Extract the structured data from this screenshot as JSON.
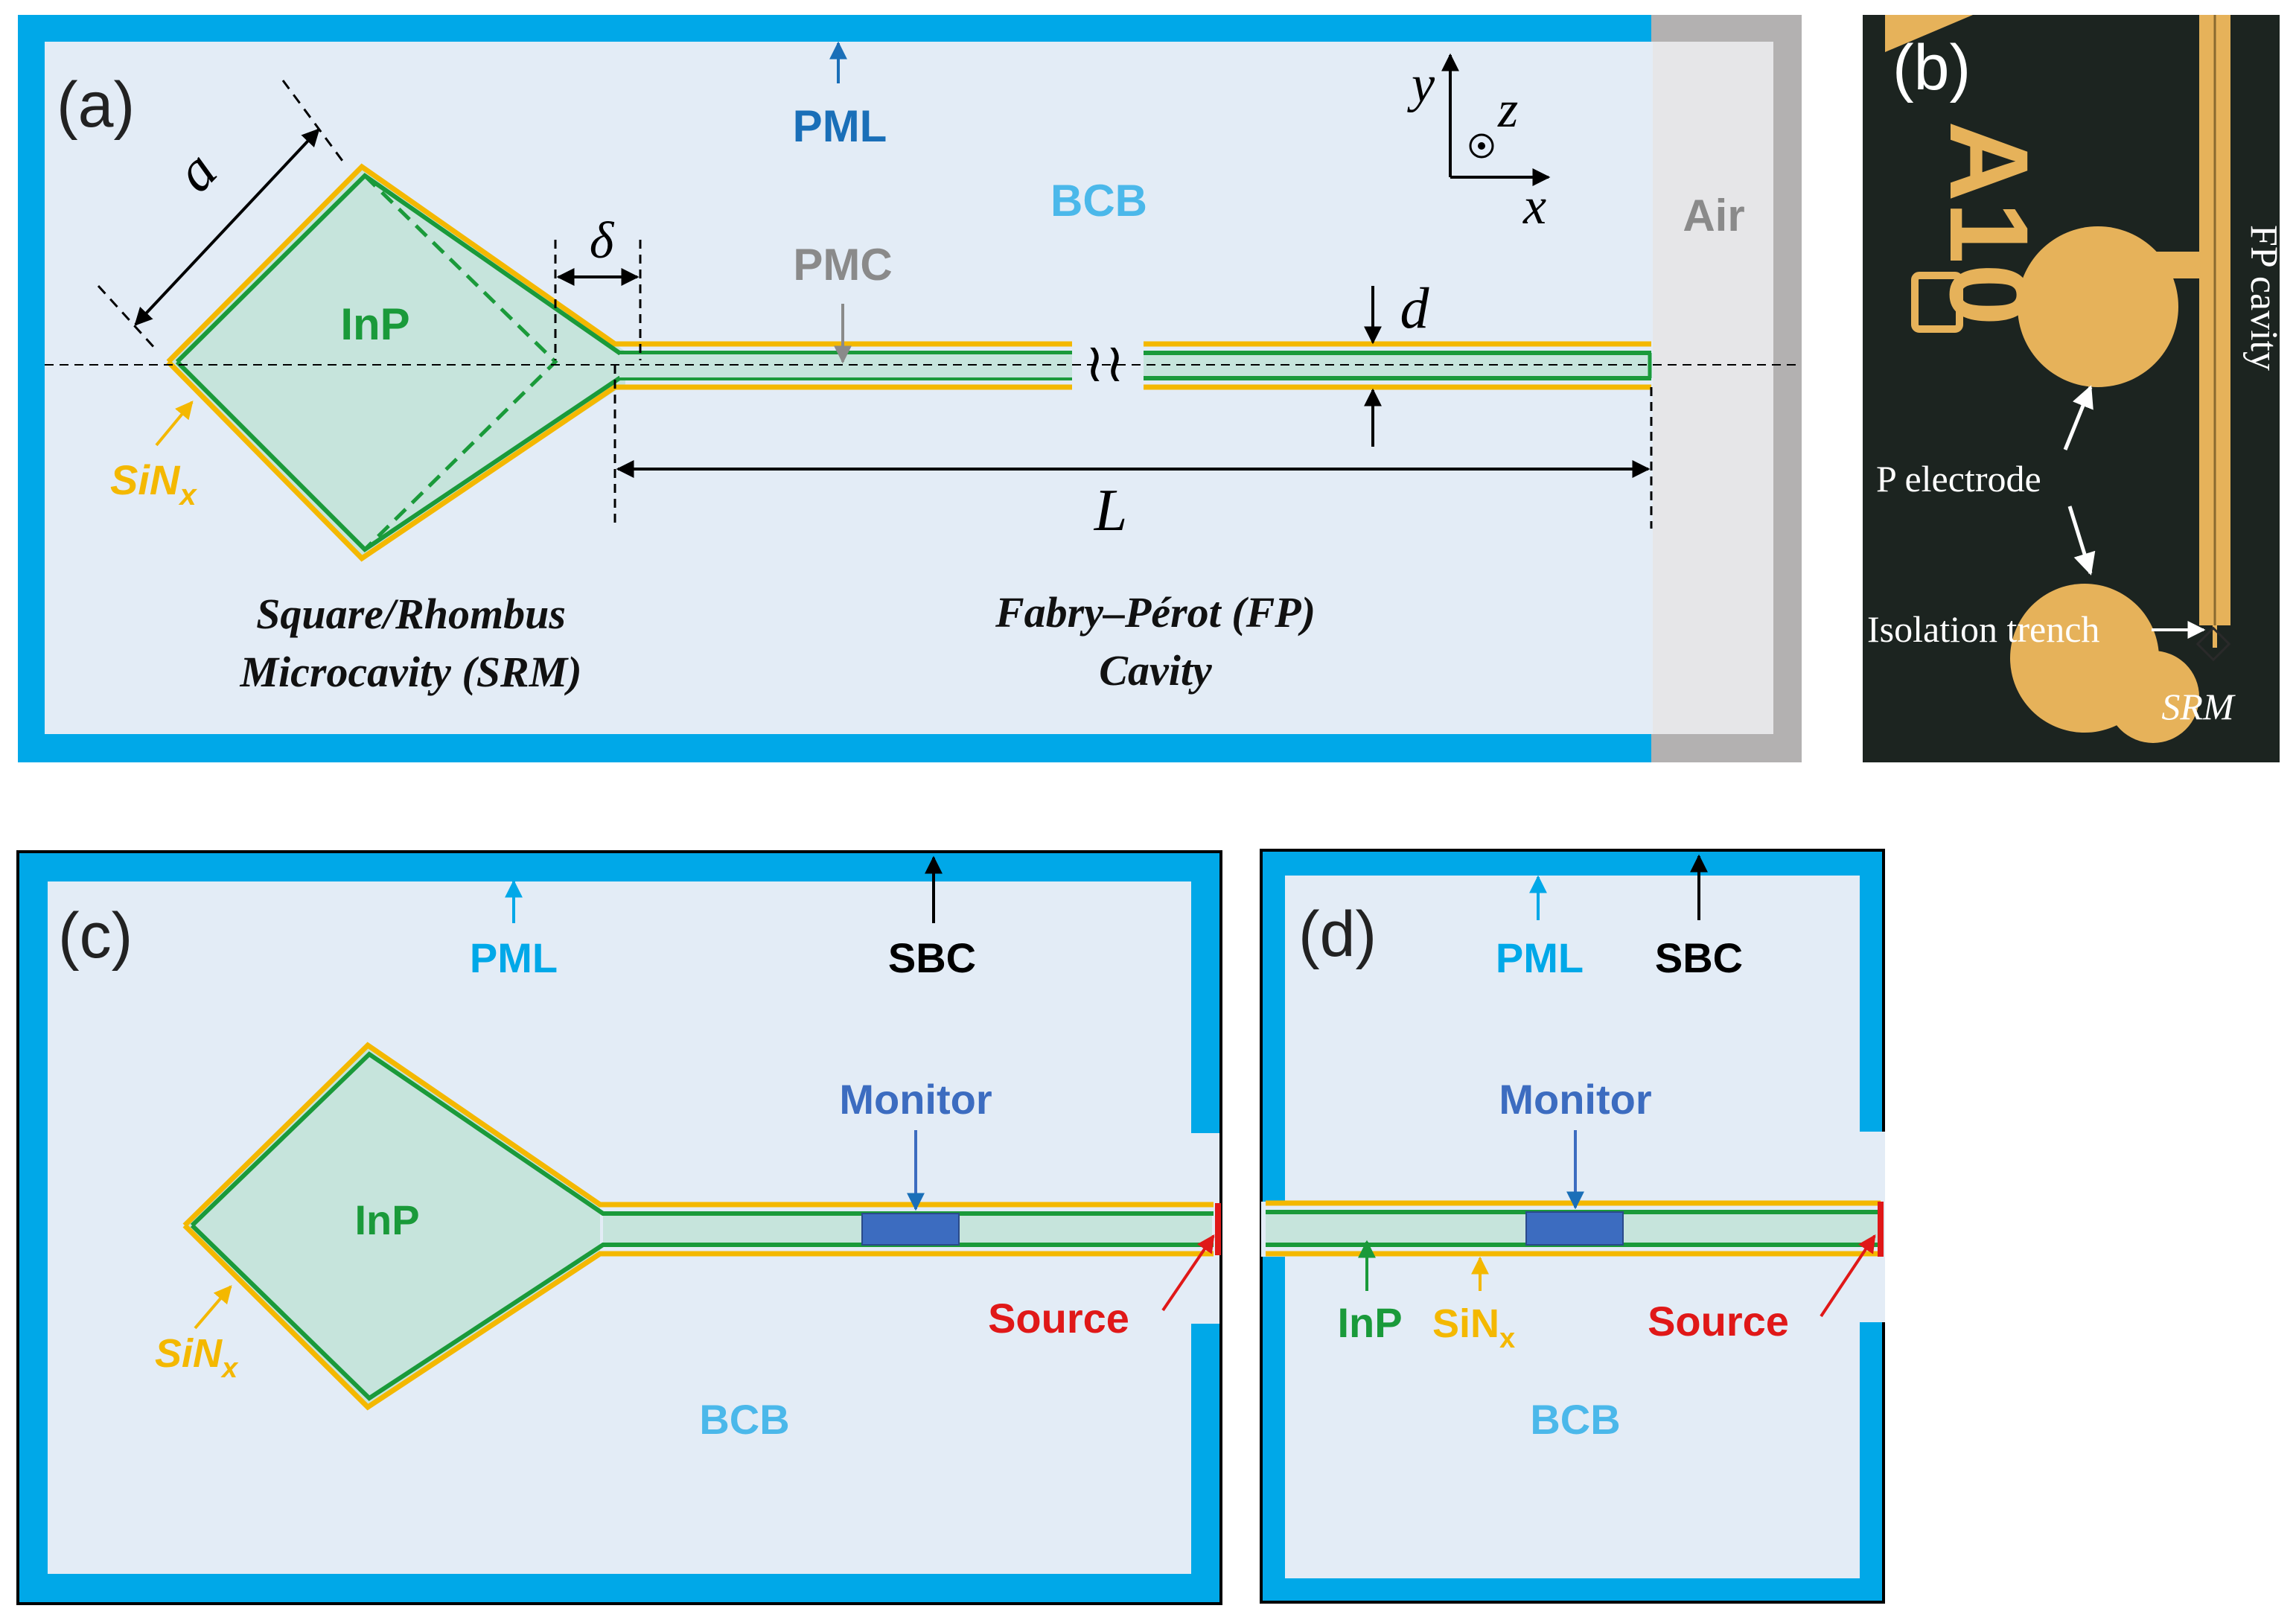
{
  "panel_a": {
    "tag": "(a)",
    "pml": "PML",
    "bcb": "BCB",
    "air": "Air",
    "pmc": "PMC",
    "inp": "InP",
    "sinx_base": "SiN",
    "sinx_sub": "x",
    "a_label": "a",
    "delta_label": "δ",
    "d_label": "d",
    "L_label": "L",
    "axis_x": "x",
    "axis_y": "y",
    "axis_z": "z",
    "srm_line1": "Square/Rhombus",
    "srm_line2": "Microcavity (SRM)",
    "fp_line1": "Fabry–Pérot (FP)",
    "fp_line2": "Cavity"
  },
  "panel_b": {
    "tag": "(b)",
    "fp_cavity": "FP cavity",
    "p_electrode": "P electrode",
    "isolation": "Isolation trench",
    "srm": "SRM",
    "chip_id": "A10"
  },
  "panel_c": {
    "tag": "(c)",
    "pml": "PML",
    "sbc": "SBC",
    "monitor": "Monitor",
    "inp": "InP",
    "sinx_base": "SiN",
    "sinx_sub": "x",
    "source": "Source",
    "bcb": "BCB"
  },
  "panel_d": {
    "tag": "(d)",
    "pml": "PML",
    "sbc": "SBC",
    "monitor": "Monitor",
    "inp": "InP",
    "sinx_base": "SiN",
    "sinx_sub": "x",
    "source": "Source",
    "bcb": "BCB"
  },
  "colors": {
    "pml_blue": "#00a8e8",
    "bcb_fill": "#e3ecf6",
    "air_gray": "#b3b1b1",
    "air_fill": "#e6e6e8",
    "inp_green": "#1a9a3a",
    "inp_fill": "#c6e4dc",
    "sinx_yellow": "#f4b800",
    "pmc_gray": "#8a8a8a",
    "pml_text_dark": "#1a6fb8",
    "bcb_text": "#4bb8ea",
    "monitor_blue": "#3c6cc0",
    "source_red": "#e01818",
    "photo_bg": "#1c2420",
    "gold": "#e6b25a"
  }
}
